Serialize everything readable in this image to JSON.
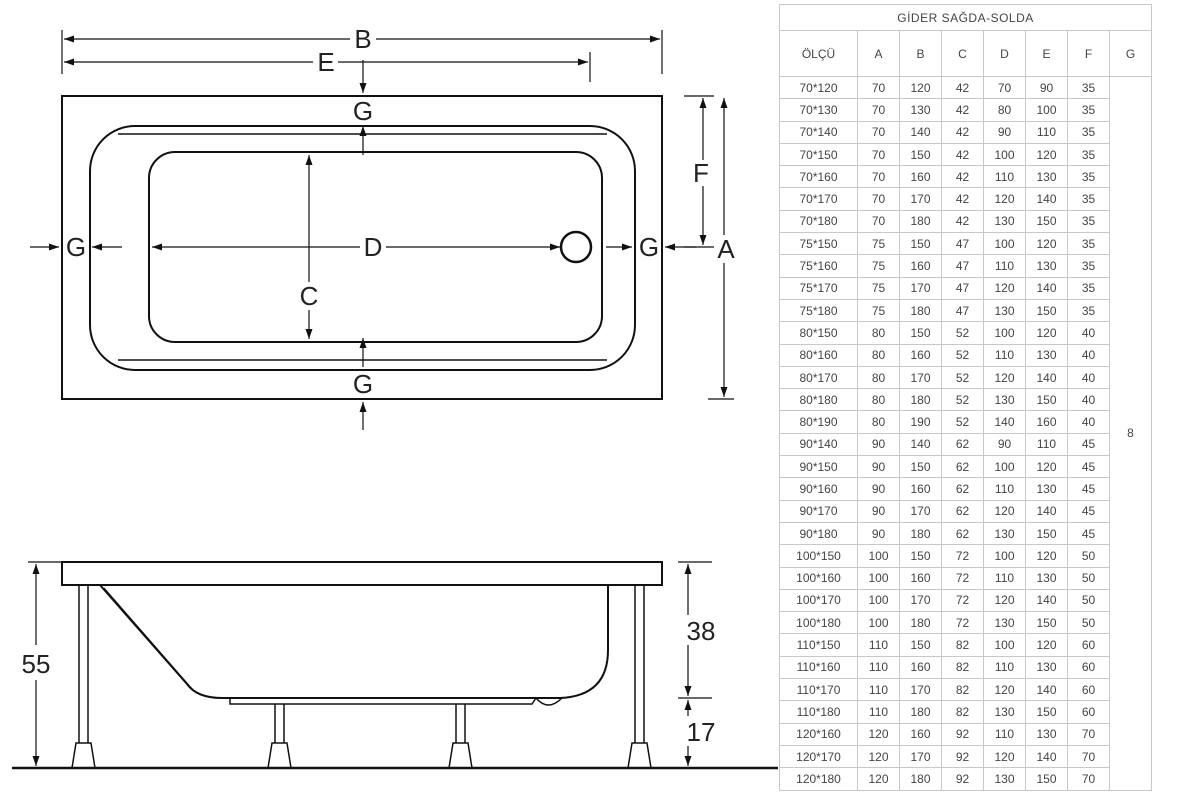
{
  "drawing": {
    "labels": {
      "b": "B",
      "e": "E",
      "g": "G",
      "f": "F",
      "a": "A",
      "d": "D",
      "c": "C",
      "h55": "55",
      "h38": "38",
      "h17": "17"
    }
  },
  "table": {
    "title": "GİDER SAĞDA-SOLDA",
    "headers": [
      "ÖLÇÜ",
      "A",
      "B",
      "C",
      "D",
      "E",
      "F",
      "G"
    ],
    "g_value": "8",
    "rows": [
      [
        "70*120",
        "70",
        "120",
        "42",
        "70",
        "90",
        "35"
      ],
      [
        "70*130",
        "70",
        "130",
        "42",
        "80",
        "100",
        "35"
      ],
      [
        "70*140",
        "70",
        "140",
        "42",
        "90",
        "110",
        "35"
      ],
      [
        "70*150",
        "70",
        "150",
        "42",
        "100",
        "120",
        "35"
      ],
      [
        "70*160",
        "70",
        "160",
        "42",
        "110",
        "130",
        "35"
      ],
      [
        "70*170",
        "70",
        "170",
        "42",
        "120",
        "140",
        "35"
      ],
      [
        "70*180",
        "70",
        "180",
        "42",
        "130",
        "150",
        "35"
      ],
      [
        "75*150",
        "75",
        "150",
        "47",
        "100",
        "120",
        "35"
      ],
      [
        "75*160",
        "75",
        "160",
        "47",
        "110",
        "130",
        "35"
      ],
      [
        "75*170",
        "75",
        "170",
        "47",
        "120",
        "140",
        "35"
      ],
      [
        "75*180",
        "75",
        "180",
        "47",
        "130",
        "150",
        "35"
      ],
      [
        "80*150",
        "80",
        "150",
        "52",
        "100",
        "120",
        "40"
      ],
      [
        "80*160",
        "80",
        "160",
        "52",
        "110",
        "130",
        "40"
      ],
      [
        "80*170",
        "80",
        "170",
        "52",
        "120",
        "140",
        "40"
      ],
      [
        "80*180",
        "80",
        "180",
        "52",
        "130",
        "150",
        "40"
      ],
      [
        "80*190",
        "80",
        "190",
        "52",
        "140",
        "160",
        "40"
      ],
      [
        "90*140",
        "90",
        "140",
        "62",
        "90",
        "110",
        "45"
      ],
      [
        "90*150",
        "90",
        "150",
        "62",
        "100",
        "120",
        "45"
      ],
      [
        "90*160",
        "90",
        "160",
        "62",
        "110",
        "130",
        "45"
      ],
      [
        "90*170",
        "90",
        "170",
        "62",
        "120",
        "140",
        "45"
      ],
      [
        "90*180",
        "90",
        "180",
        "62",
        "130",
        "150",
        "45"
      ],
      [
        "100*150",
        "100",
        "150",
        "72",
        "100",
        "120",
        "50"
      ],
      [
        "100*160",
        "100",
        "160",
        "72",
        "110",
        "130",
        "50"
      ],
      [
        "100*170",
        "100",
        "170",
        "72",
        "120",
        "140",
        "50"
      ],
      [
        "100*180",
        "100",
        "180",
        "72",
        "130",
        "150",
        "50"
      ],
      [
        "110*150",
        "110",
        "150",
        "82",
        "100",
        "120",
        "60"
      ],
      [
        "110*160",
        "110",
        "160",
        "82",
        "110",
        "130",
        "60"
      ],
      [
        "110*170",
        "110",
        "170",
        "82",
        "120",
        "140",
        "60"
      ],
      [
        "110*180",
        "110",
        "180",
        "82",
        "130",
        "150",
        "60"
      ],
      [
        "120*160",
        "120",
        "160",
        "92",
        "110",
        "130",
        "70"
      ],
      [
        "120*170",
        "120",
        "170",
        "92",
        "120",
        "140",
        "70"
      ],
      [
        "120*180",
        "120",
        "180",
        "92",
        "130",
        "150",
        "70"
      ]
    ]
  }
}
